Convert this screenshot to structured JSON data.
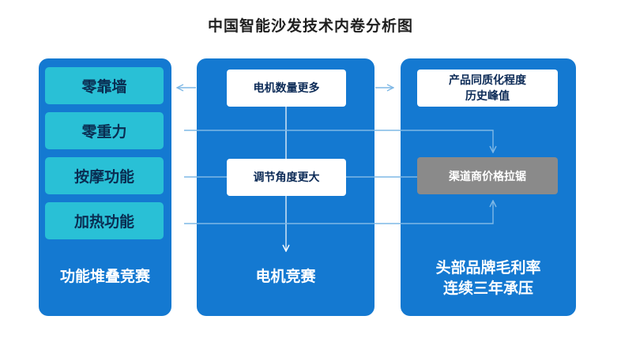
{
  "title": "中国智能沙发技术内卷分析图",
  "left": {
    "items": [
      "零靠墙",
      "零重力",
      "按摩功能",
      "加热功能"
    ],
    "footer": "功能堆叠竞赛"
  },
  "middle": {
    "top_box": "电机数量更多",
    "mid_box": "调节角度更大",
    "footer": "电机竞赛"
  },
  "right": {
    "top_box_line1": "产品同质化程度",
    "top_box_line2": "历史峰值",
    "grey_box": "渠道商价格拉锯",
    "footer_line1": "头部品牌毛利率",
    "footer_line2": "连续三年承压"
  },
  "colors": {
    "panel": "#1479d1",
    "teal": "#29c0d6",
    "grey": "#8a8a8a",
    "arrow": "#7fb8e6"
  }
}
